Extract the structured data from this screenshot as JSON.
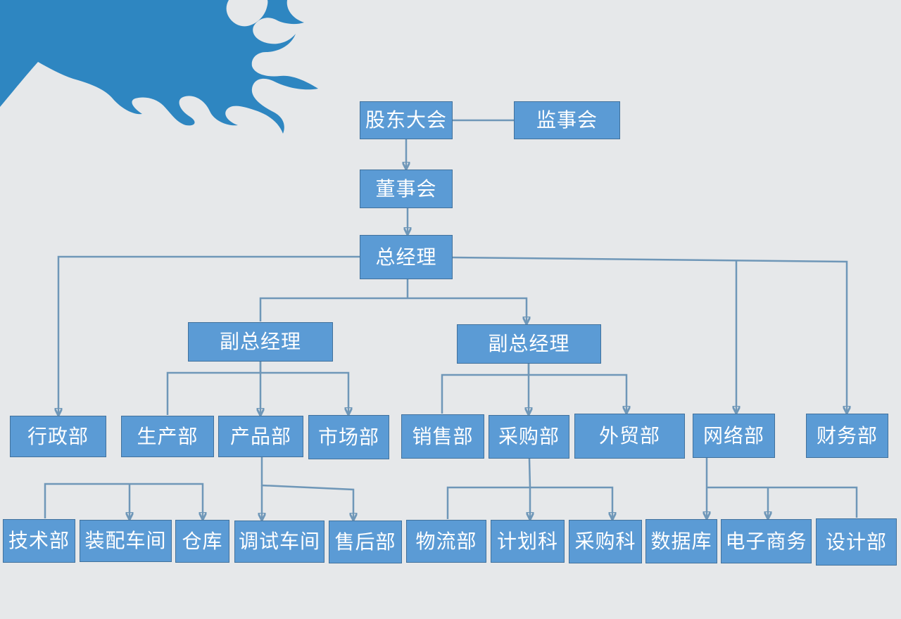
{
  "org_chart": {
    "shareholders_meeting": "股东大会",
    "supervisory_board": "监事会",
    "board_of_directors": "董事会",
    "general_manager": "总经理",
    "deputy_gm_left": "副总经理",
    "deputy_gm_right": "副总经理",
    "administration_dept": "行政部",
    "production_dept": "生产部",
    "product_dept": "产品部",
    "marketing_dept": "市场部",
    "sales_dept": "销售部",
    "procurement_dept": "采购部",
    "foreign_trade_dept": "外贸部",
    "network_dept": "网络部",
    "finance_dept": "财务部",
    "technology_dept": "技术部",
    "assembly_workshop": "装配车间",
    "warehouse": "仓库",
    "debugging_workshop": "调试车间",
    "after_sales_dept": "售后部",
    "logistics_dept": "物流部",
    "planning_section": "计划科",
    "purchasing_section": "采购科",
    "database": "数据库",
    "e_commerce": "电子商务",
    "design_dept": "设计部"
  },
  "colors": {
    "node_fill": "#5b9bd5",
    "node_border": "#41719c",
    "connector": "#6f97b8",
    "decoration": "#2e86c1",
    "background": "#e6e8ea"
  }
}
